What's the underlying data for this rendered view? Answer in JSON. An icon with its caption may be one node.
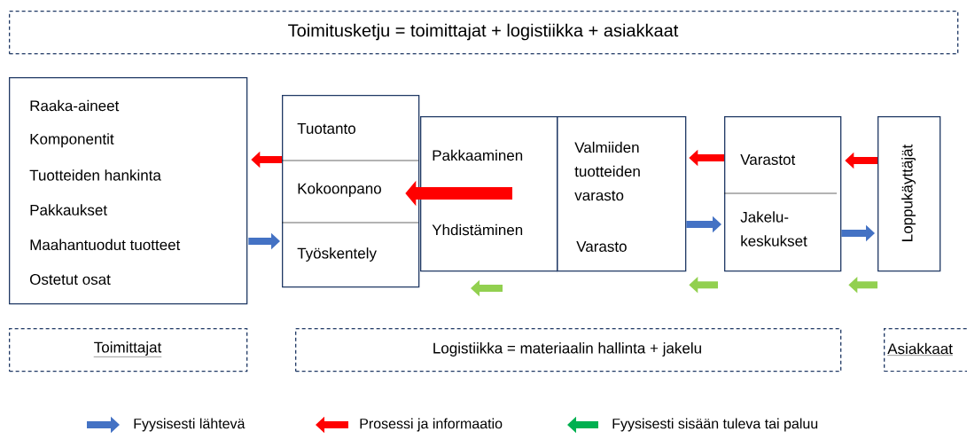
{
  "diagram": {
    "nodes": [
      {
        "text": [
          "Toimitusketju = toimittajat + logistiikka + asiakkaat"
        ]
      },
      {
        "text": [
          "Raaka-aineet",
          "Komponentit",
          "Tuotteiden hankinta",
          "Pakkaukset",
          "Maahantuodut tuotteet",
          "Ostetut osat"
        ]
      },
      {
        "text": [
          "Tuotanto",
          "Kokoonpano",
          "Työskentely"
        ]
      },
      {
        "text": [
          "Pakkaaminen",
          "Yhdistäminen"
        ]
      },
      {
        "text": [
          "Valmiiden tuotteiden varasto",
          "Varasto"
        ]
      },
      {
        "text": [
          "Varastot",
          "Jakelu- keskukset"
        ]
      },
      {
        "text": [
          "Loppukäyttäjät"
        ]
      },
      {
        "text": [
          "Toimittajat"
        ]
      },
      {
        "text": [
          "Logistiikka = materiaalin hallinta + jakelu"
        ]
      },
      {
        "text": [
          "Asiakkaat"
        ]
      }
    ],
    "edges": [
      {
        "from": 2,
        "to": 1,
        "arrow": "to",
        "color": "#ff0000"
      },
      {
        "from": 1,
        "to": 2,
        "arrow": "to",
        "color": "#4472c4"
      },
      {
        "from": 3,
        "to": 2,
        "arrow": "to",
        "color": "#ff0000"
      },
      {
        "from": 5,
        "to": 4,
        "arrow": "to",
        "color": "#ff0000"
      },
      {
        "from": 4,
        "to": 5,
        "arrow": "to",
        "color": "#4472c4"
      },
      {
        "from": 6,
        "to": 5,
        "arrow": "to",
        "color": "#ff0000"
      },
      {
        "from": 5,
        "to": 6,
        "arrow": "to",
        "color": "#4472c4"
      },
      {
        "from": 5,
        "to": 4,
        "arrow": "to",
        "color": "#92d050"
      },
      {
        "from": 6,
        "to": 5,
        "arrow": "to",
        "color": "#92d050"
      }
    ],
    "legend": [
      {
        "text": "Fyysisesti lähtevä",
        "color": "#4472c4"
      },
      {
        "text": "Prosessi ja informaatio",
        "color": "#ff0000"
      },
      {
        "text": "Fyysisesti sisään tuleva tai paluu",
        "color": "#00b050"
      }
    ]
  }
}
